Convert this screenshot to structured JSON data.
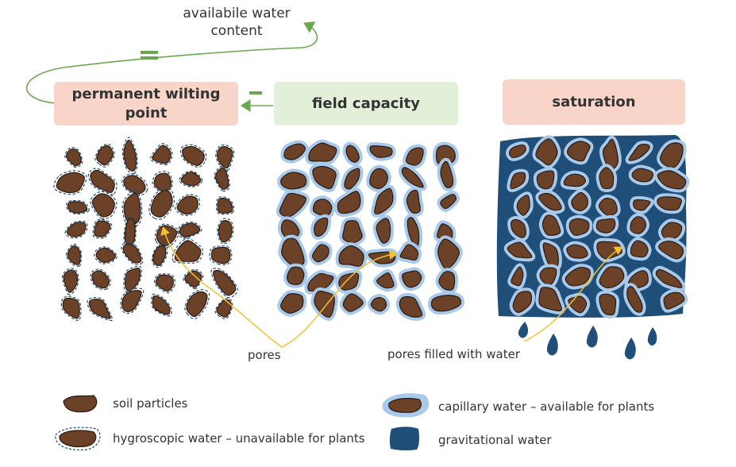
{
  "colors": {
    "pwp_fill": "#f8d5c8",
    "fc_fill": "#e2efd9",
    "sat_fill": "#f8d5c8",
    "particle": "#6b4228",
    "particle_outline": "#2a1a10",
    "capillary": "#a9c9ea",
    "gravitational": "#1f4e79",
    "arrow_green": "#6aa84f",
    "pore_line": "#f1c232"
  },
  "title_top": {
    "line1": "availabile water",
    "line2": "content"
  },
  "operators": {
    "equals": "=",
    "minus": "–"
  },
  "boxes": {
    "pwp": {
      "line1": "permanent wilting",
      "line2": "point"
    },
    "fc": {
      "label": "field capacity"
    },
    "sat": {
      "label": "saturation"
    }
  },
  "annotations": {
    "pores": "pores",
    "pores_filled": "pores filled with water"
  },
  "legend": {
    "soil": "soil particles",
    "hygroscopic": "hygroscopic water – unavailable for plants",
    "capillary": "capillary water – available for plants",
    "gravitational": "gravitational water"
  }
}
